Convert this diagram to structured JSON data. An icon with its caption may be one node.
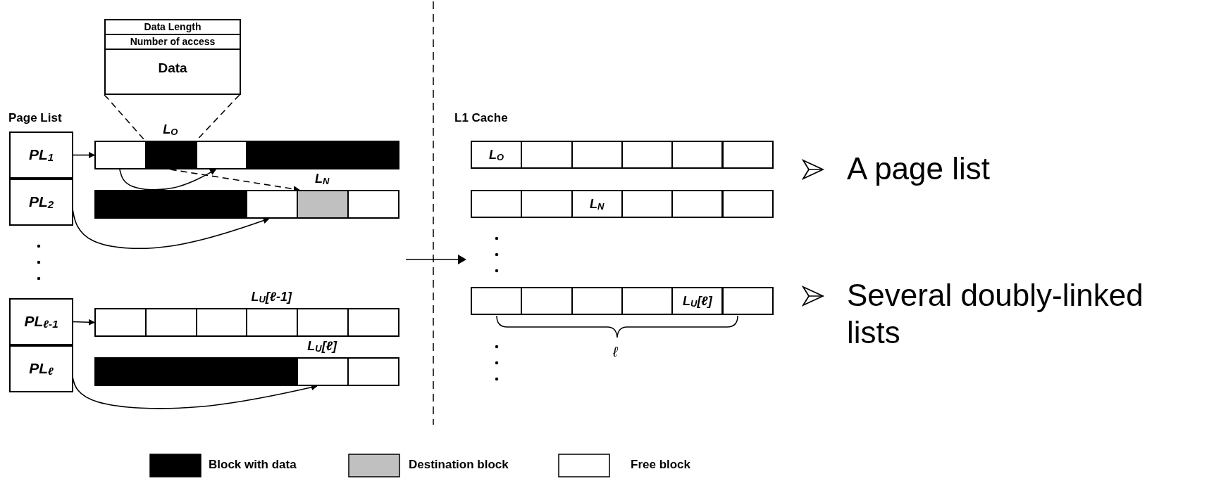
{
  "diagram": {
    "nodes": [
      {
        "text": [
          "Data Length",
          "Number of access",
          "Data"
        ]
      },
      {
        "text": [
          "PL$_{1}$"
        ]
      },
      {
        "text": [
          "PL$_{2}$"
        ]
      },
      {
        "text": [
          "PL$_{ℓ-1}$"
        ]
      },
      {
        "text": [
          "PL$_{ℓ}$"
        ]
      },
      {
        "text": [],
        "shape": "box"
      },
      {
        "text": [],
        "shape": "box",
        "beside": [
          "L$_{O}$"
        ]
      },
      {
        "text": [],
        "shape": "box"
      },
      {
        "text": [],
        "shape": "box"
      },
      {
        "text": [],
        "shape": "box"
      },
      {
        "text": [],
        "shape": "box"
      },
      {
        "text": [],
        "shape": "box"
      },
      {
        "text": [],
        "shape": "box"
      },
      {
        "text": [],
        "shape": "box"
      },
      {
        "text": [],
        "shape": "box"
      },
      {
        "text": [],
        "shape": "box",
        "beside": [
          "L$_{N}$"
        ]
      },
      {
        "text": [],
        "shape": "box"
      },
      {
        "text": [],
        "shape": "box"
      },
      {
        "text": [],
        "shape": "box"
      },
      {
        "text": [],
        "shape": "box"
      },
      {
        "text": [],
        "shape": "box",
        "beside": [
          "L$_{U}$[ℓ-1]"
        ]
      },
      {
        "text": [],
        "shape": "box"
      },
      {
        "text": [],
        "shape": "box"
      },
      {
        "text": [],
        "shape": "box"
      },
      {
        "text": [],
        "shape": "box"
      },
      {
        "text": [],
        "shape": "box"
      },
      {
        "text": [],
        "shape": "box"
      },
      {
        "text": [],
        "shape": "box",
        "beside": [
          "L$_{U}$[ℓ]"
        ]
      },
      {
        "text": [],
        "shape": "box"
      },
      {
        "text": [
          "L$_{O}$"
        ]
      },
      {
        "text": [],
        "shape": "box"
      },
      {
        "text": [],
        "shape": "box"
      },
      {
        "text": [],
        "shape": "box"
      },
      {
        "text": [],
        "shape": "box"
      },
      {
        "text": [],
        "shape": "box"
      },
      {
        "text": [],
        "shape": "box"
      },
      {
        "text": [],
        "shape": "box"
      },
      {
        "text": [
          "L$_{N}$"
        ]
      },
      {
        "text": [],
        "shape": "box"
      },
      {
        "text": [],
        "shape": "box"
      },
      {
        "text": [],
        "shape": "box"
      },
      {
        "text": [],
        "shape": "box"
      },
      {
        "text": [],
        "shape": "box"
      },
      {
        "text": [],
        "shape": "box"
      },
      {
        "text": [],
        "shape": "box"
      },
      {
        "text": [
          "L$_{U}$[ℓ]"
        ]
      },
      {
        "text": [],
        "shape": "box"
      }
    ],
    "edges": [
      {
        "from": 0,
        "to": 6,
        "arrow": "none",
        "style": "dashed"
      },
      {
        "from": 0,
        "to": 6,
        "arrow": "none",
        "style": "dashed"
      },
      {
        "from": 1,
        "to": 5,
        "arrow": "to"
      },
      {
        "from": 5,
        "to": 7,
        "arrow": "to"
      },
      {
        "from": 6,
        "to": 15,
        "arrow": "to",
        "style": "dashed"
      },
      {
        "from": 2,
        "to": 14,
        "arrow": "to"
      },
      {
        "from": 3,
        "to": 17,
        "arrow": "to"
      },
      {
        "from": 4,
        "to": 27,
        "arrow": "to"
      }
    ],
    "labels": [
      "Page List",
      "L1 Cache",
      "ℓ",
      "A page list",
      "Several doubly-linked lists"
    ],
    "legend": [
      {
        "text": "Block with data",
        "color": "#000000"
      },
      {
        "text": "Destination block",
        "color": "#c0c0c0"
      },
      {
        "text": "Free block",
        "color": "#ffffff"
      }
    ]
  }
}
